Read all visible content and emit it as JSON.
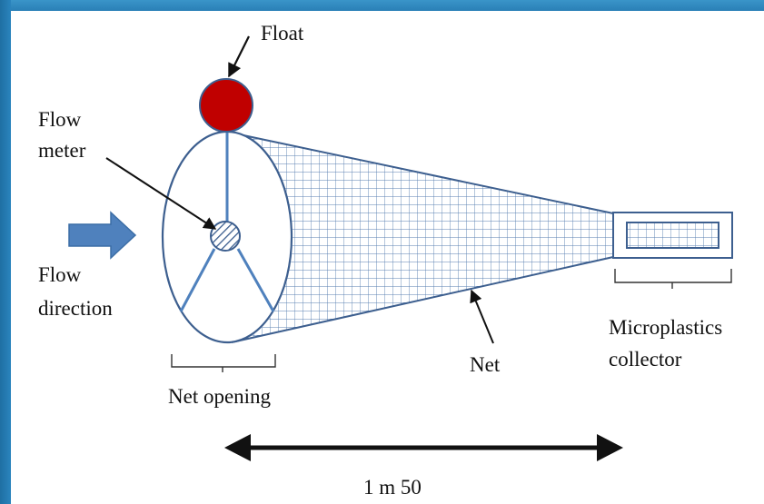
{
  "labels": {
    "float": "Float",
    "flow_meter_1": "Flow",
    "flow_meter_2": "meter",
    "flow_direction_1": "Flow",
    "flow_direction_2": "direction",
    "net": "Net",
    "net_opening": "Net opening",
    "collector_1": "Microplastics",
    "collector_2": "collector",
    "length": "1 m 50"
  },
  "colors": {
    "float_fill": "#c00000",
    "outline": "#3d5f8f",
    "net_mesh": "#5a7fb0",
    "flow_arrow": "#4f81bd",
    "frame": "#2a7fb6"
  }
}
